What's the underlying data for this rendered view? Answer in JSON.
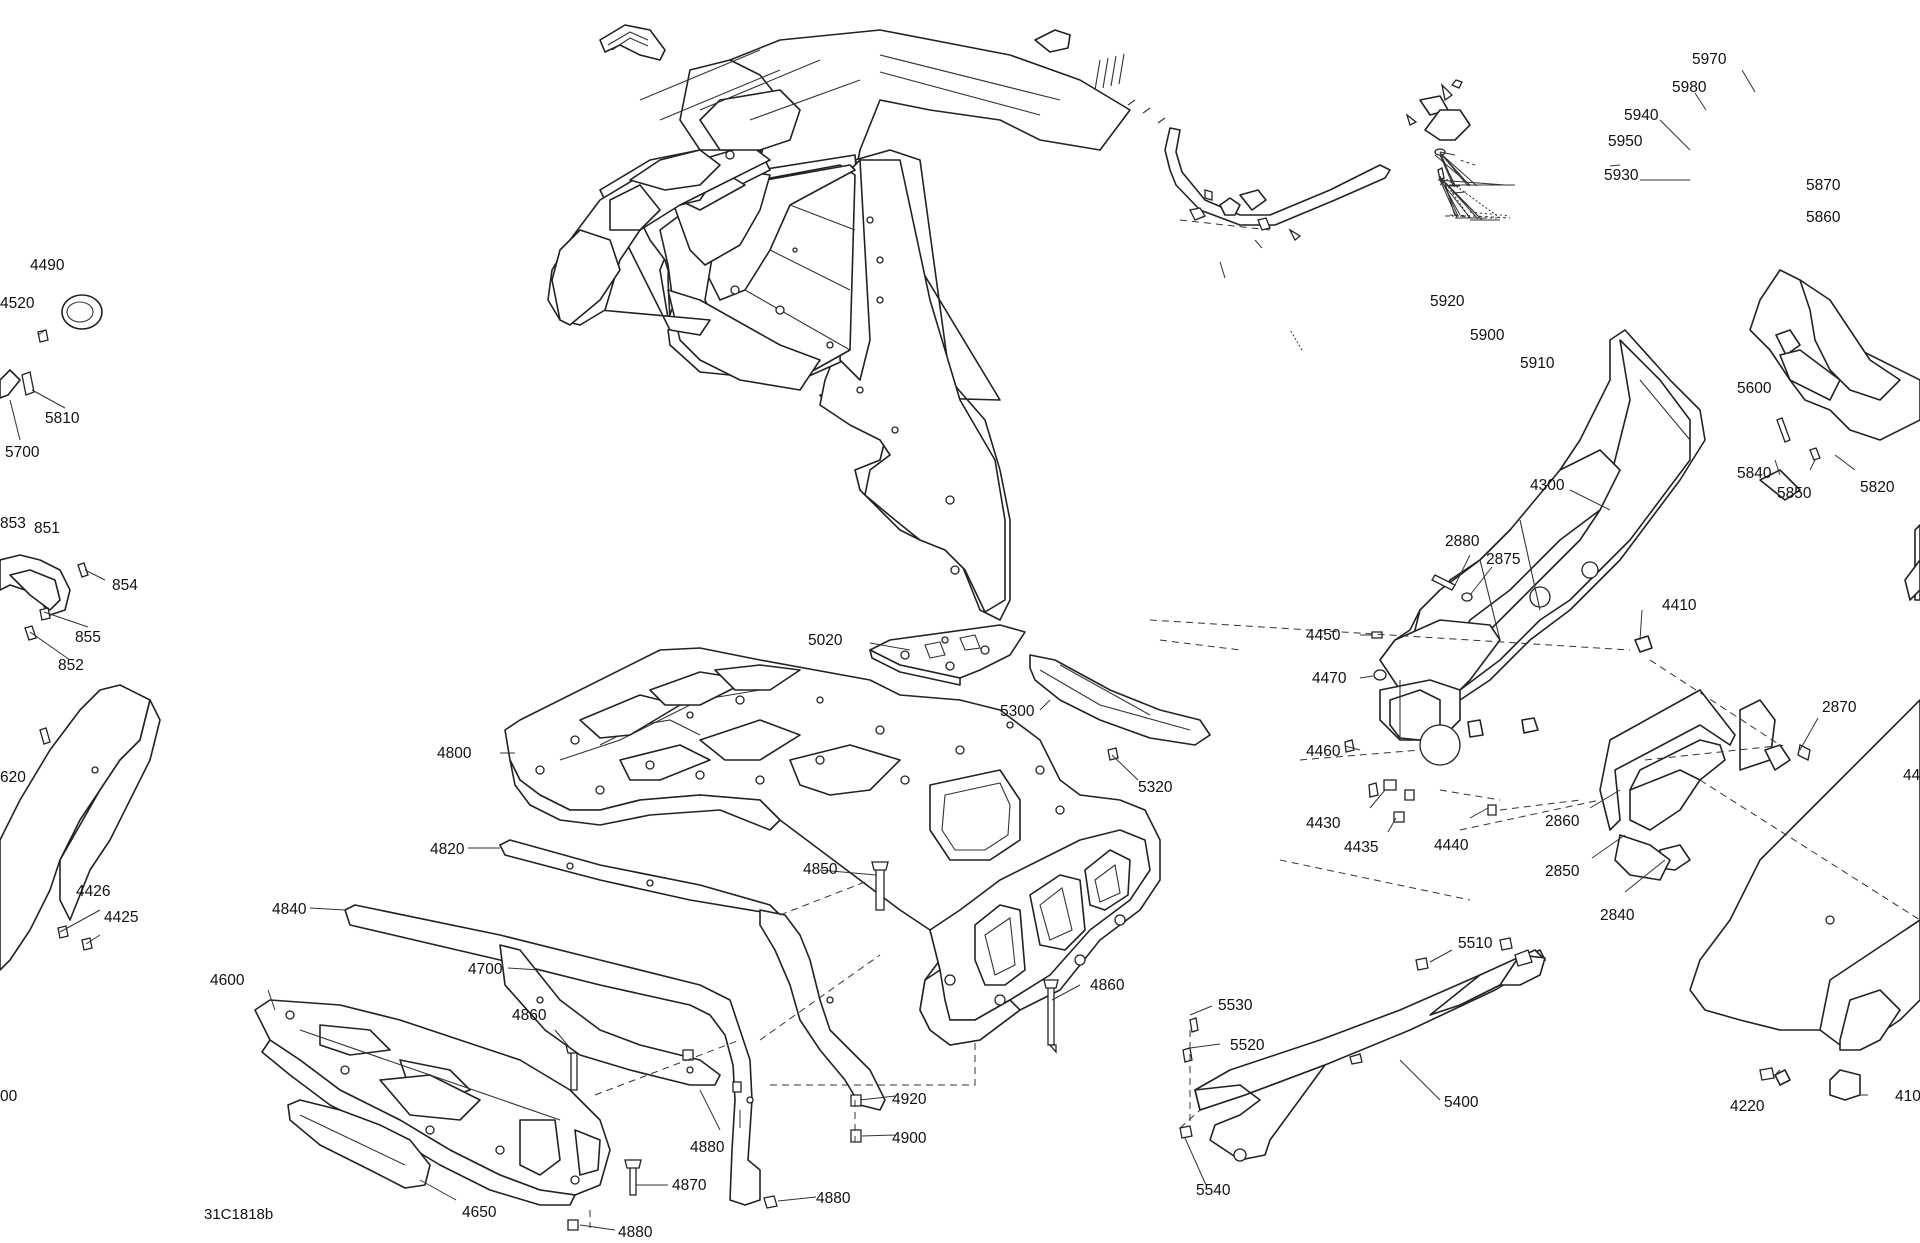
{
  "diagram_code": "31C1818b",
  "labels": [
    {
      "id": "l5970",
      "text": "5970"
    },
    {
      "id": "l5980",
      "text": "5980"
    },
    {
      "id": "l5940",
      "text": "5940"
    },
    {
      "id": "l5950",
      "text": "5950"
    },
    {
      "id": "l5930",
      "text": "5930"
    },
    {
      "id": "l5870",
      "text": "5870"
    },
    {
      "id": "l5860",
      "text": "5860"
    },
    {
      "id": "l5920",
      "text": "5920"
    },
    {
      "id": "l5900",
      "text": "5900"
    },
    {
      "id": "l5910",
      "text": "5910"
    },
    {
      "id": "l5600",
      "text": "5600"
    },
    {
      "id": "l5840",
      "text": "5840"
    },
    {
      "id": "l5850",
      "text": "5850"
    },
    {
      "id": "l5820",
      "text": "5820"
    },
    {
      "id": "l4300",
      "text": "4300"
    },
    {
      "id": "l2880",
      "text": "2880"
    },
    {
      "id": "l2875",
      "text": "2875"
    },
    {
      "id": "l4410",
      "text": "4410"
    },
    {
      "id": "l4450",
      "text": "4450"
    },
    {
      "id": "l4470",
      "text": "4470"
    },
    {
      "id": "l4460",
      "text": "4460"
    },
    {
      "id": "l4430",
      "text": "4430"
    },
    {
      "id": "l4435",
      "text": "4435"
    },
    {
      "id": "l4440",
      "text": "4440"
    },
    {
      "id": "l2870",
      "text": "2870"
    },
    {
      "id": "l2860",
      "text": "2860"
    },
    {
      "id": "l2850",
      "text": "2850"
    },
    {
      "id": "l2840",
      "text": "2840"
    },
    {
      "id": "l5510",
      "text": "5510"
    },
    {
      "id": "l5530",
      "text": "5530"
    },
    {
      "id": "l5520",
      "text": "5520"
    },
    {
      "id": "l5400",
      "text": "5400"
    },
    {
      "id": "l5540",
      "text": "5540"
    },
    {
      "id": "l4220",
      "text": "4220"
    },
    {
      "id": "l4490",
      "text": "4490"
    },
    {
      "id": "l4520",
      "text": "4520"
    },
    {
      "id": "l5810",
      "text": "5810"
    },
    {
      "id": "l5700",
      "text": "5700"
    },
    {
      "id": "l853",
      "text": "853"
    },
    {
      "id": "l851",
      "text": "851"
    },
    {
      "id": "l854",
      "text": "854"
    },
    {
      "id": "l855",
      "text": "855"
    },
    {
      "id": "l852",
      "text": "852"
    },
    {
      "id": "l4426",
      "text": "4426"
    },
    {
      "id": "l4425",
      "text": "4425"
    },
    {
      "id": "l5020",
      "text": "5020"
    },
    {
      "id": "l5300",
      "text": "5300"
    },
    {
      "id": "l5320",
      "text": "5320"
    },
    {
      "id": "l4800",
      "text": "4800"
    },
    {
      "id": "l4820",
      "text": "4820"
    },
    {
      "id": "l4850",
      "text": "4850"
    },
    {
      "id": "l4840",
      "text": "4840"
    },
    {
      "id": "l4700",
      "text": "4700"
    },
    {
      "id": "l4600",
      "text": "4600"
    },
    {
      "id": "l4860a",
      "text": "4860"
    },
    {
      "id": "l4860b",
      "text": "4860"
    },
    {
      "id": "l4920",
      "text": "4920"
    },
    {
      "id": "l4900",
      "text": "4900"
    },
    {
      "id": "l4880a",
      "text": "4880"
    },
    {
      "id": "l4870",
      "text": "4870"
    },
    {
      "id": "l4650",
      "text": "4650"
    },
    {
      "id": "l4880b",
      "text": "4880"
    },
    {
      "id": "l4880c",
      "text": "4880"
    },
    {
      "id": "l4100c",
      "text": "410"
    },
    {
      "id": "l4400c",
      "text": "44"
    },
    {
      "id": "l4620c",
      "text": "620"
    },
    {
      "id": "l4000c",
      "text": "00"
    }
  ]
}
